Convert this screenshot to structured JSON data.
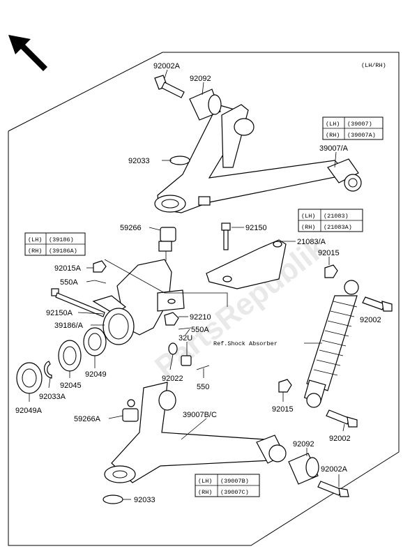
{
  "corner_note": "(LH/RH)",
  "watermark": "PartsRepublik",
  "tables": {
    "upper_arm": {
      "rows": [
        [
          "(LH)",
          "(39007)"
        ],
        [
          "(RH)",
          "(39007A)"
        ]
      ]
    },
    "bracket": {
      "rows": [
        [
          "(LH)",
          "(21083)"
        ],
        [
          "(RH)",
          "(21083A)"
        ]
      ]
    },
    "knuckle": {
      "rows": [
        [
          "(LH)",
          "(39186)"
        ],
        [
          "(RH)",
          "(39186A)"
        ]
      ]
    },
    "lower_arm": {
      "rows": [
        [
          "(LH)",
          "(39007B)"
        ],
        [
          "(RH)",
          "(39007C)"
        ]
      ]
    }
  },
  "labels": {
    "l92002A_top": "92002A",
    "l92092_top": "92092",
    "l92033_top": "92033",
    "l39007A": "39007/A",
    "l59266": "59266",
    "l92150": "92150",
    "l21083A": "21083/A",
    "l92015_right": "92015",
    "l92015A": "92015A",
    "l550A_left": "550A",
    "l92150A": "92150A",
    "l39186A": "39186/A",
    "l92210": "92210",
    "l550A_right": "550A",
    "l32u": "32U",
    "l92002_right": "92002",
    "l_shock": "Ref.Shock Absorber",
    "l92022": "92022",
    "l550": "550",
    "l92049": "92049",
    "l92045": "92045",
    "l92033A": "92033A",
    "l92049A": "92049A",
    "l59266A": "59266A",
    "l39007BC": "39007B/C",
    "l92015_lower": "92015",
    "l92002_lower": "92002",
    "l92092_lower": "92092",
    "l92002A_lower": "92002A",
    "l92033_bottom": "92033"
  }
}
